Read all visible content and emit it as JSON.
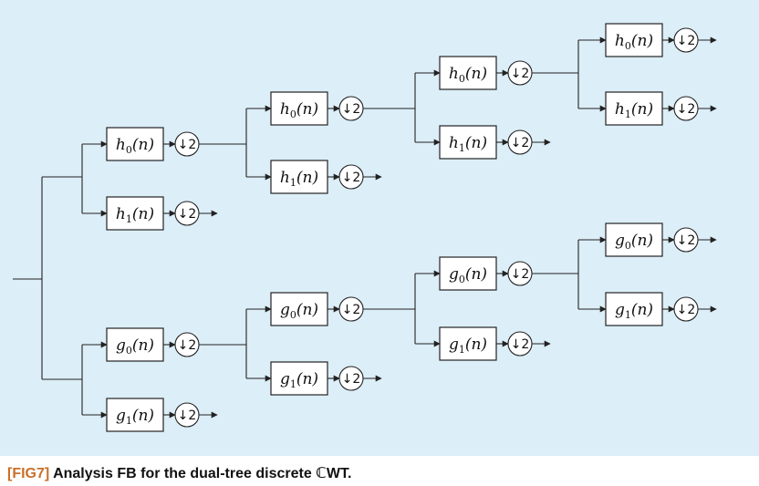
{
  "diagram": {
    "filters": {
      "h0": {
        "base": "h",
        "sub": "0",
        "arg": "(n)"
      },
      "h1": {
        "base": "h",
        "sub": "1",
        "arg": "(n)"
      },
      "g0": {
        "base": "g",
        "sub": "0",
        "arg": "(n)"
      },
      "g1": {
        "base": "g",
        "sub": "1",
        "arg": "(n)"
      }
    },
    "downsampler": "↓2",
    "blocks": [
      {
        "id": "u1-h0",
        "filter": "h0",
        "level": 1,
        "tree": "upper"
      },
      {
        "id": "u1-h1",
        "filter": "h1",
        "level": 1,
        "tree": "upper"
      },
      {
        "id": "u2-h0",
        "filter": "h0",
        "level": 2,
        "tree": "upper"
      },
      {
        "id": "u2-h1",
        "filter": "h1",
        "level": 2,
        "tree": "upper"
      },
      {
        "id": "u3-h0",
        "filter": "h0",
        "level": 3,
        "tree": "upper"
      },
      {
        "id": "u3-h1",
        "filter": "h1",
        "level": 3,
        "tree": "upper"
      },
      {
        "id": "u4-h0",
        "filter": "h0",
        "level": 4,
        "tree": "upper"
      },
      {
        "id": "u4-h1",
        "filter": "h1",
        "level": 4,
        "tree": "upper"
      },
      {
        "id": "l1-g0",
        "filter": "g0",
        "level": 1,
        "tree": "lower"
      },
      {
        "id": "l1-g1",
        "filter": "g1",
        "level": 1,
        "tree": "lower"
      },
      {
        "id": "l2-g0",
        "filter": "g0",
        "level": 2,
        "tree": "lower"
      },
      {
        "id": "l2-g1",
        "filter": "g1",
        "level": 2,
        "tree": "lower"
      },
      {
        "id": "l3-g0",
        "filter": "g0",
        "level": 3,
        "tree": "lower"
      },
      {
        "id": "l3-g1",
        "filter": "g1",
        "level": 3,
        "tree": "lower"
      },
      {
        "id": "l4-g0",
        "filter": "g0",
        "level": 4,
        "tree": "lower"
      },
      {
        "id": "l4-g1",
        "filter": "g1",
        "level": 4,
        "tree": "lower"
      }
    ]
  },
  "caption": {
    "tag": "[FIG7]",
    "text": "Analysis FB for the dual-tree discrete ℂWT."
  },
  "colors": {
    "panel": "#dceef8",
    "tag": "#c8702a"
  }
}
